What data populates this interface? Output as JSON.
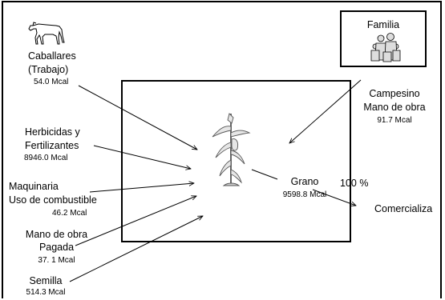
{
  "inputs": {
    "caballares": {
      "label_1": "Caballares",
      "label_2": "(Trabajo)",
      "value": "54.0 Mcal"
    },
    "herbicidas": {
      "label_1": "Herbicidas y",
      "label_2": "Fertilizantes",
      "value": "8946.0 Mcal"
    },
    "maquinaria": {
      "label_1": "Maquinaria",
      "label_2": "Uso de combustible",
      "value": "46.2 Mcal"
    },
    "mano_obra_pagada": {
      "label_1": "Mano de obra",
      "label_2": "Pagada",
      "value": "37. 1 Mcal"
    },
    "semilla": {
      "label": "Semilla",
      "value": "514.3 Mcal"
    },
    "campesino": {
      "label_1": "Campesino",
      "label_2": "Mano de obra",
      "value": "91.7 Mcal"
    }
  },
  "familia": {
    "label": "Familia"
  },
  "output": {
    "grano": {
      "label": "Grano",
      "value": "9598.8 Mcal"
    },
    "percent": "100 %",
    "comercializa": "Comercializa"
  },
  "icons": [
    "horse-icon",
    "family-icon",
    "corn-plant-icon"
  ]
}
